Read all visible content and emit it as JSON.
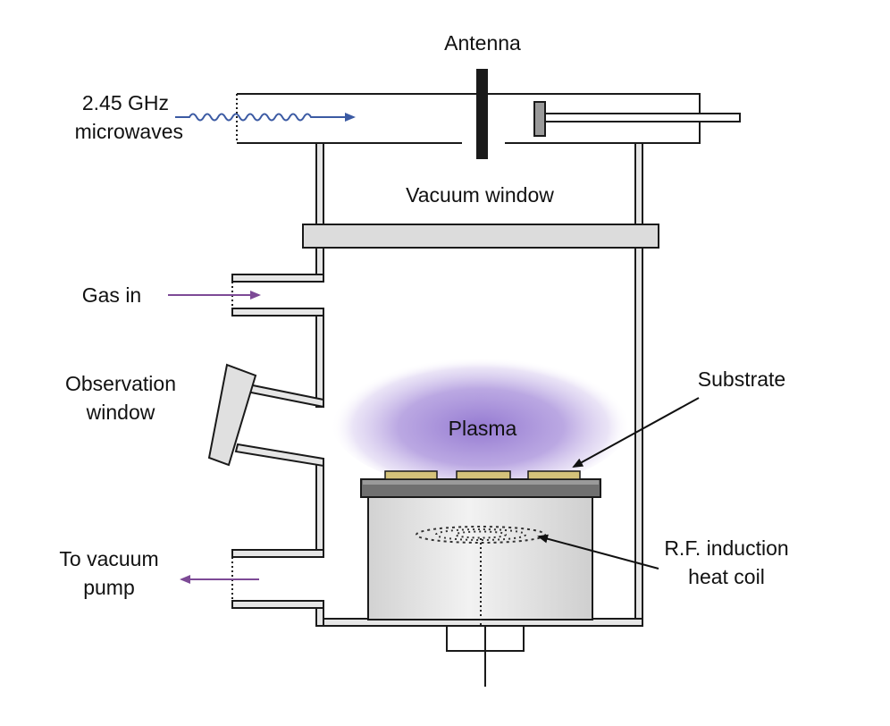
{
  "labels": {
    "antenna": "Antenna",
    "microwave_line1": "2.45 GHz",
    "microwave_line2": "microwaves",
    "vacuum_window": "Vacuum window",
    "gas_in": "Gas in",
    "observation_line1": "Observation",
    "observation_line2": "window",
    "plasma": "Plasma",
    "substrate": "Substrate",
    "pump_line1": "To vacuum",
    "pump_line2": "pump",
    "coil_line1": "R.F. induction",
    "coil_line2": "heat coil"
  },
  "colors": {
    "outline": "#1a1a1a",
    "wall_fill": "#e6e6e6",
    "window_fill": "#dcdcdc",
    "plasma": "#9d84d4",
    "substrate": "#d4c27a",
    "microwave_arrow": "#3b5aa3",
    "gas_arrow": "#7d4a96",
    "pump_arrow": "#7d4a96",
    "stage_top": "#707070",
    "stage_body": "#e4e4e4"
  },
  "icons": {
    "microwave": "wavy-arrow-icon",
    "gas_flow": "right-arrow-icon",
    "pump_flow": "left-arrow-icon"
  }
}
